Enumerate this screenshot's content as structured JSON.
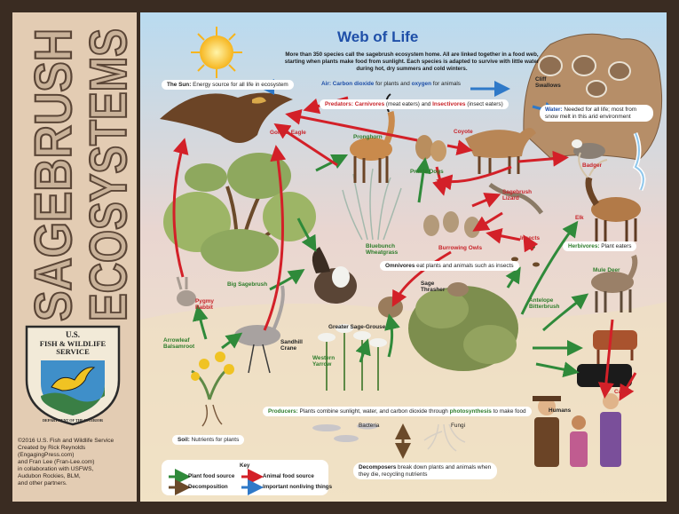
{
  "poster": {
    "title": "Web of Life",
    "intro": "More than 350 species call the sagebrush ecosystem home. All are linked together in a food web, starting when plants make food from sunlight. Each species is adapted to survive with little water during hot, dry summers and cold winters.",
    "sidebar_title": {
      "line1": "SAGEBRUSH",
      "line2": "ECOSYSTEMS"
    },
    "agency": {
      "line1": "U.S.",
      "line2": "FISH & WILDLIFE",
      "line3": "SERVICE",
      "dept": "DEPARTMENT OF THE INTERIOR"
    },
    "credits": [
      "©2016 U.S. Fish and Wildlife Service",
      "Created by Rick Reynolds",
      "(EngagingPress.com)",
      "and Fran Lee (Fran-Lee.com)",
      "in collaboration with USFWS,",
      "Audubon Rockies, BLM,",
      "and other partners."
    ]
  },
  "callouts": {
    "sun": {
      "bold": "The Sun:",
      "text": " Energy source for all life in ecosystem"
    },
    "air": {
      "pre": "Air: ",
      "b1": "Carbon dioxide",
      "mid": " for plants and ",
      "b2": "oxygen",
      "post": " for animals"
    },
    "predators": {
      "b1": "Predators: ",
      "b2": "Carnivores",
      "t1": " (meat eaters) and ",
      "b3": "Insectivores",
      "t2": " (insect eaters)"
    },
    "water": {
      "bold": "Water:",
      "text": " Needed for all life; most from snow melt in this arid environment"
    },
    "herbivores": {
      "bold": "Herbivores:",
      "text": " Plant eaters"
    },
    "omnivores": {
      "bold": "Omnivores",
      "text": " eat plants and animals such as insects"
    },
    "producers": {
      "b1": "Producers:",
      "t1": " Plants combine sunlight, water, and carbon dioxide through ",
      "b2": "photosynthesis",
      "t2": " to make food"
    },
    "soil": {
      "bold": "Soil:",
      "text": " Nutrients for plants"
    },
    "decomposers": {
      "bold": "Decomposers",
      "text": " break down plants and animals when they die, recycling nutrients"
    }
  },
  "species": {
    "golden_eagle": "Golden Eagle",
    "pronghorn": "Pronghorn",
    "prairie_dogs": "Prairie Dogs",
    "coyote": "Coyote",
    "cliff_swallows": "Cliff Swallows",
    "badger": "Badger",
    "sagebrush_lizard": "Sagebrush Lizard",
    "elk": "Elk",
    "big_sagebrush": "Big Sagebrush",
    "bluebunch_wheatgrass": "Bluebunch Wheatgrass",
    "burrowing_owls": "Burrowing Owls",
    "insects": "Insects",
    "pygmy_rabbit": "Pygmy Rabbit",
    "sage_thrasher": "Sage Thrasher",
    "antelope_bitterbrush": "Antelope Bitterbrush",
    "mule_deer": "Mule Deer",
    "arrowleaf_balsamroot": "Arrowleaf Balsamroot",
    "sandhill_crane": "Sandhill Crane",
    "greater_sage_grouse": "Greater Sage-Grouse",
    "western_yarrow": "Western Yarrow",
    "cattle": "Cattle",
    "humans": "Humans",
    "bacteria": "Bacteria",
    "fungi": "Fungi"
  },
  "key": {
    "title": "Key",
    "items": [
      "Plant food source",
      "Animal food source",
      "Decomposition",
      "Important nonliving things"
    ]
  },
  "colors": {
    "plant_arrow": "#2f8a3a",
    "animal_arrow": "#d32028",
    "decomposition_arrow": "#6b4a2a",
    "nonliving_arrow": "#2f79c8",
    "title_blue": "#1f4fa8",
    "sidebar": "#e3ccb3",
    "frame": "#3a2c22"
  }
}
